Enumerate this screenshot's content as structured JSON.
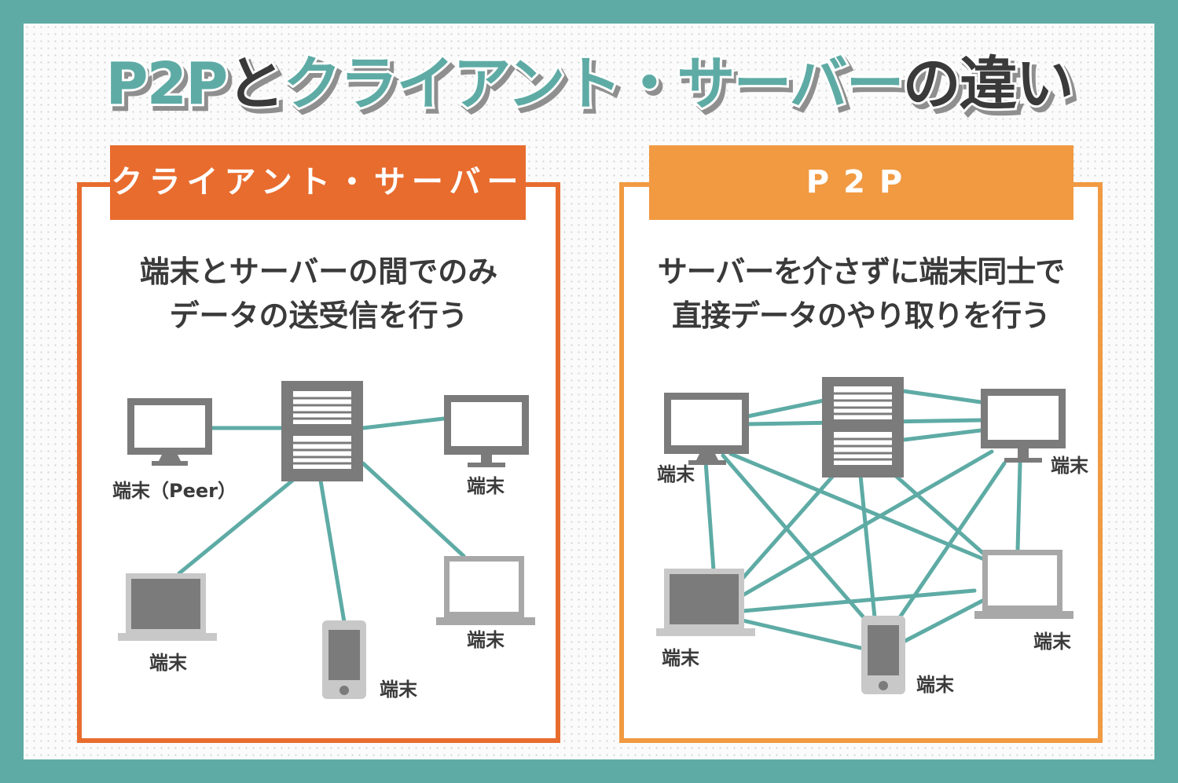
{
  "title": {
    "part1": "P2P",
    "part2": "と",
    "part3": "クライアント・サーバー",
    "part4": "の違い"
  },
  "left_panel": {
    "header": "クライアント・サーバー",
    "description": [
      "端末とサーバーの間でのみ",
      "データの送受信を行う"
    ],
    "labels": {
      "peer": "端末（Peer）",
      "monitor_right": "端末",
      "laptop_left": "端末",
      "phone": "端末",
      "laptop_right": "端末"
    }
  },
  "right_panel": {
    "header": "P2P",
    "description": [
      "サーバーを介さずに端末同士で",
      "直接データのやり取りを行う"
    ],
    "labels": {
      "monitor_left": "端末",
      "monitor_right": "端末",
      "laptop_left": "端末",
      "phone": "端末",
      "laptop_right": "端末"
    }
  },
  "colors": {
    "teal": "#5eaba5",
    "orange_left": "#e86c2e",
    "orange_right": "#f19a42",
    "device_gray": "#7b7b7b",
    "text_dark": "#3a3a3a"
  }
}
